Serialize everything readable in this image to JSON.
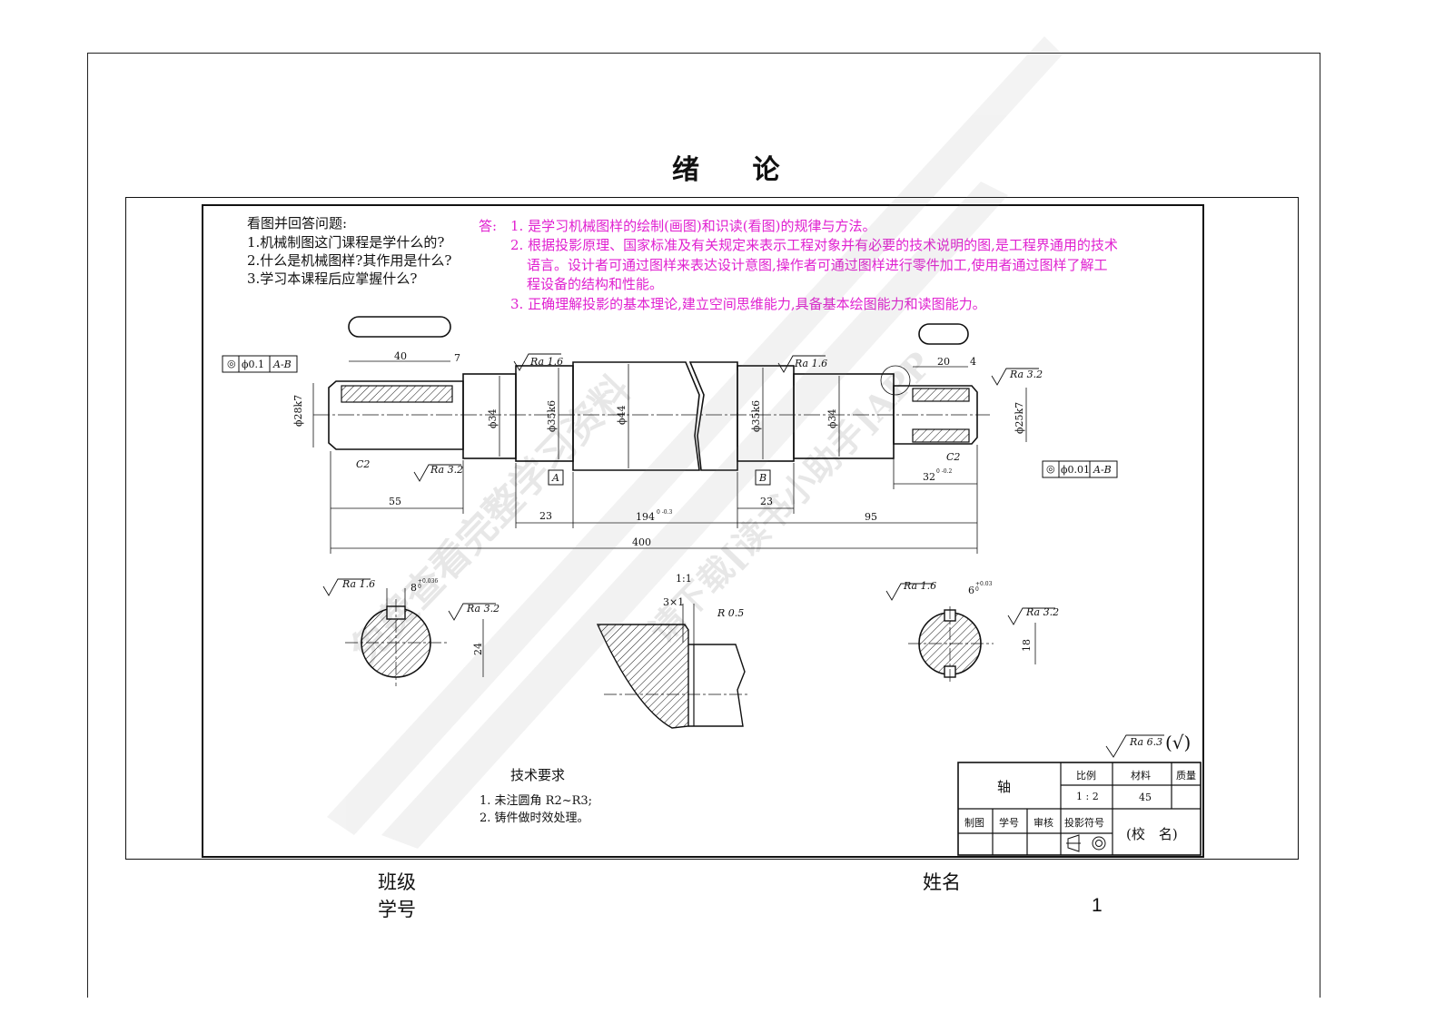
{
  "page": {
    "title": "绪 论",
    "page_number": "1"
  },
  "questions": {
    "heading": "看图并回答问题:",
    "items": [
      "1.机械制图这门课程是学什么的?",
      "2.什么是机械图样?其作用是什么?",
      "3.学习本课程后应掌握什么?"
    ]
  },
  "answers": {
    "prefix": "答:",
    "line1": "1. 是学习机械图样的绘制(画图)和识读(看图)的规律与方法。",
    "line2a": "2. 根据投影原理、国家标准及有关规定来表示工程对象并有必要的技术说明的图,是工程界通用的技术",
    "line2b": "语言。设计者可通过图样来表达设计意图,操作者可通过图样进行零件加工,使用者通过图样了解工",
    "line2c": "程设备的结构和性能。",
    "line3": "3. 正确理解投影的基本理论,建立空间思维能力,具备基本绘图能力和读图能力。",
    "color": "#e020d0"
  },
  "drawing": {
    "tol1_symbol": "◎",
    "tol1_value": "ϕ0.1",
    "tol1_datum": "A-B",
    "tol2_symbol": "◎",
    "tol2_value": "ϕ0.01",
    "tol2_datum": "A-B",
    "dims": {
      "d40": "40",
      "d7": "7",
      "d20": "20",
      "d4": "4",
      "d28k7": "ϕ28k7",
      "d34a": "ϕ34",
      "d35k6a": "ϕ35k6",
      "d44": "ϕ44",
      "d35k6b": "ϕ35k6",
      "d34b": "ϕ34",
      "d25k7": "ϕ25k7",
      "d55": "55",
      "d23a": "23",
      "d194": "194",
      "d194tol": "0 -0.3",
      "d23b": "23",
      "d95": "95",
      "d400": "400",
      "d32": "32",
      "d32tol": "0 -0.2",
      "c2a": "C2",
      "c2b": "C2",
      "datumA": "A",
      "datumB": "B",
      "ra16a": "Ra 1.6",
      "ra16b": "Ra 1.6",
      "ra32a": "Ra 3.2",
      "ra32b": "Ra 3.2",
      "sec_ra16a": "Ra 1.6",
      "sec_8": "8",
      "sec_8tol": "+0.036 0",
      "sec_ra32a": "Ra 3.2",
      "sec_24": "24",
      "scale11": "1:1",
      "d3x1": "3×1",
      "r05": "R 0.5",
      "sec_ra16b": "Ra 1.6",
      "sec_6": "6",
      "sec_6tol": "+0.03 0",
      "sec_ra32b": "Ra 3.2",
      "sec_18": "18",
      "ra63": "Ra 6.3",
      "check": "(√)"
    }
  },
  "requirements": {
    "title": "技术要求",
    "items": [
      "1. 未注圆角 R2~R3;",
      "2. 铸件做时效处理。"
    ]
  },
  "title_block": {
    "part_name": "轴",
    "scale_label": "比例",
    "material_label": "材料",
    "mass_label": "质量",
    "scale_value": "1 : 2",
    "material_value": "45",
    "draw_label": "制图",
    "id_label": "学号",
    "review_label": "审核",
    "proj_label": "投影符号",
    "school": "(校　名)"
  },
  "footer": {
    "class_label": "班级",
    "id_label": "学号",
    "name_label": "姓名"
  },
  "watermark": {
    "line1": "免费查看完整学习资料",
    "line2": "请下载[读书小助手]APP"
  }
}
